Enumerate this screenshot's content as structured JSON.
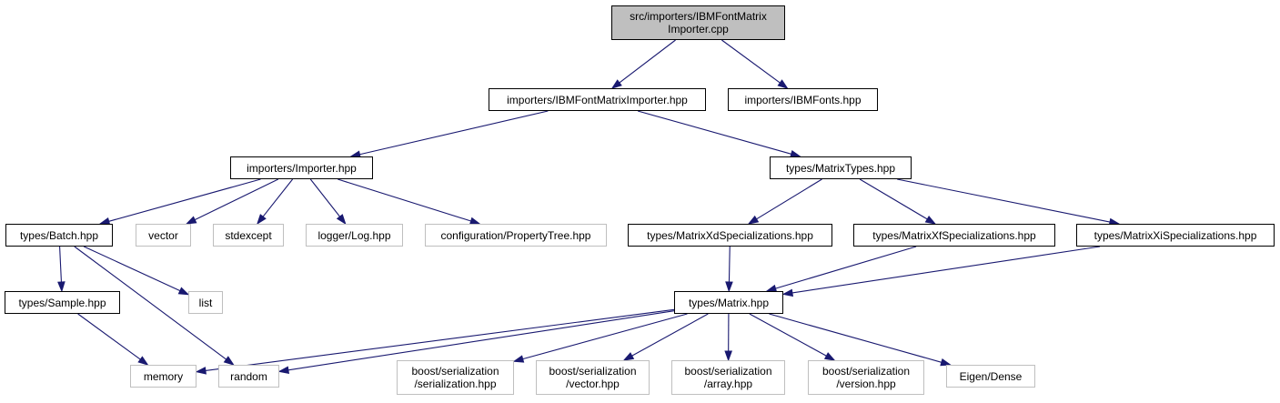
{
  "colors": {
    "edge": "#191970",
    "node_border_local": "#000000",
    "node_border_external": "#bfbfbf",
    "root_fill": "#bfbfbf",
    "background": "#ffffff"
  },
  "nodes": {
    "root": {
      "lines": [
        "src/importers/IBMFontMatrix",
        "Importer.cpp"
      ],
      "kind": "root"
    },
    "ibmfmi_hpp": {
      "lines": [
        "importers/IBMFontMatrixImporter.hpp"
      ],
      "kind": "local"
    },
    "ibmfonts_hpp": {
      "lines": [
        "importers/IBMFonts.hpp"
      ],
      "kind": "local"
    },
    "importer_hpp": {
      "lines": [
        "importers/Importer.hpp"
      ],
      "kind": "local"
    },
    "matrixtypes_hpp": {
      "lines": [
        "types/MatrixTypes.hpp"
      ],
      "kind": "local"
    },
    "batch_hpp": {
      "lines": [
        "types/Batch.hpp"
      ],
      "kind": "local"
    },
    "vector": {
      "lines": [
        "vector"
      ],
      "kind": "external"
    },
    "stdexcept": {
      "lines": [
        "stdexcept"
      ],
      "kind": "external"
    },
    "log_hpp": {
      "lines": [
        "logger/Log.hpp"
      ],
      "kind": "external"
    },
    "proptree_hpp": {
      "lines": [
        "configuration/PropertyTree.hpp"
      ],
      "kind": "external"
    },
    "xd_hpp": {
      "lines": [
        "types/MatrixXdSpecializations.hpp"
      ],
      "kind": "local"
    },
    "xf_hpp": {
      "lines": [
        "types/MatrixXfSpecializations.hpp"
      ],
      "kind": "local"
    },
    "xi_hpp": {
      "lines": [
        "types/MatrixXiSpecializations.hpp"
      ],
      "kind": "local"
    },
    "sample_hpp": {
      "lines": [
        "types/Sample.hpp"
      ],
      "kind": "local"
    },
    "list": {
      "lines": [
        "list"
      ],
      "kind": "external"
    },
    "matrix_hpp": {
      "lines": [
        "types/Matrix.hpp"
      ],
      "kind": "local"
    },
    "memory": {
      "lines": [
        "memory"
      ],
      "kind": "external"
    },
    "random": {
      "lines": [
        "random"
      ],
      "kind": "external"
    },
    "ser_serialization": {
      "lines": [
        "boost/serialization",
        "/serialization.hpp"
      ],
      "kind": "external"
    },
    "ser_vector": {
      "lines": [
        "boost/serialization",
        "/vector.hpp"
      ],
      "kind": "external"
    },
    "ser_array": {
      "lines": [
        "boost/serialization",
        "/array.hpp"
      ],
      "kind": "external"
    },
    "ser_version": {
      "lines": [
        "boost/serialization",
        "/version.hpp"
      ],
      "kind": "external"
    },
    "eigen_dense": {
      "lines": [
        "Eigen/Dense"
      ],
      "kind": "external"
    }
  },
  "edges": [
    [
      "root",
      "ibmfmi_hpp"
    ],
    [
      "root",
      "ibmfonts_hpp"
    ],
    [
      "ibmfmi_hpp",
      "importer_hpp"
    ],
    [
      "ibmfmi_hpp",
      "matrixtypes_hpp"
    ],
    [
      "importer_hpp",
      "batch_hpp"
    ],
    [
      "importer_hpp",
      "vector"
    ],
    [
      "importer_hpp",
      "stdexcept"
    ],
    [
      "importer_hpp",
      "log_hpp"
    ],
    [
      "importer_hpp",
      "proptree_hpp"
    ],
    [
      "matrixtypes_hpp",
      "xd_hpp"
    ],
    [
      "matrixtypes_hpp",
      "xf_hpp"
    ],
    [
      "matrixtypes_hpp",
      "xi_hpp"
    ],
    [
      "batch_hpp",
      "sample_hpp"
    ],
    [
      "batch_hpp",
      "list"
    ],
    [
      "batch_hpp",
      "random"
    ],
    [
      "xd_hpp",
      "matrix_hpp"
    ],
    [
      "xf_hpp",
      "matrix_hpp"
    ],
    [
      "xi_hpp",
      "matrix_hpp"
    ],
    [
      "sample_hpp",
      "memory"
    ],
    [
      "matrix_hpp",
      "memory"
    ],
    [
      "matrix_hpp",
      "random"
    ],
    [
      "matrix_hpp",
      "ser_serialization"
    ],
    [
      "matrix_hpp",
      "ser_vector"
    ],
    [
      "matrix_hpp",
      "ser_array"
    ],
    [
      "matrix_hpp",
      "ser_version"
    ],
    [
      "matrix_hpp",
      "eigen_dense"
    ]
  ]
}
